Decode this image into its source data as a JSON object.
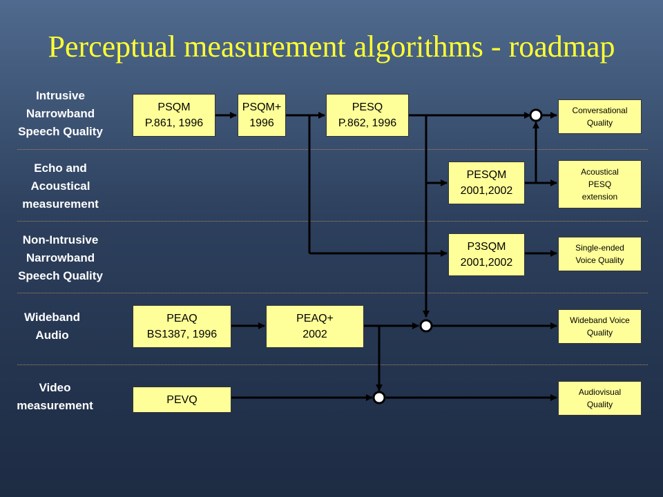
{
  "title": "Perceptual measurement algorithms - roadmap",
  "rows": {
    "intrusive_narrowband": "Intrusive\nNarrowband\nSpeech Quality",
    "echo_acoustical": "Echo and\nAcoustical\nmeasurement",
    "non_intrusive": "Non-Intrusive\nNarrowband\nSpeech Quality",
    "wideband_audio": "Wideband\nAudio",
    "video": "Video\nmeasurement"
  },
  "algorithms": {
    "psqm": "PSQM\nP.861, 1996",
    "psqm_plus": "PSQM+\n1996",
    "pesq": "PESQ\nP.862, 1996",
    "pesqm": "PESQM\n2001,2002",
    "p3sqm": "P3SQM\n2001,2002",
    "peaq": "PEAQ\nBS1387, 1996",
    "peaq_plus": "PEAQ+\n2002",
    "pevq": "PEVQ"
  },
  "outputs": {
    "conversational": "Conversational\nQuality",
    "acoustical_pesq": "Acoustical\nPESQ\nextension",
    "single_ended": "Single-ended\nVoice Quality",
    "wideband_voice": "Wideband Voice\nQuality",
    "audiovisual": "Audiovisual\nQuality"
  },
  "colors": {
    "title": "#ffff33",
    "box_fill": "#ffff99",
    "separator": "#b7865b",
    "connector": "#000000"
  }
}
